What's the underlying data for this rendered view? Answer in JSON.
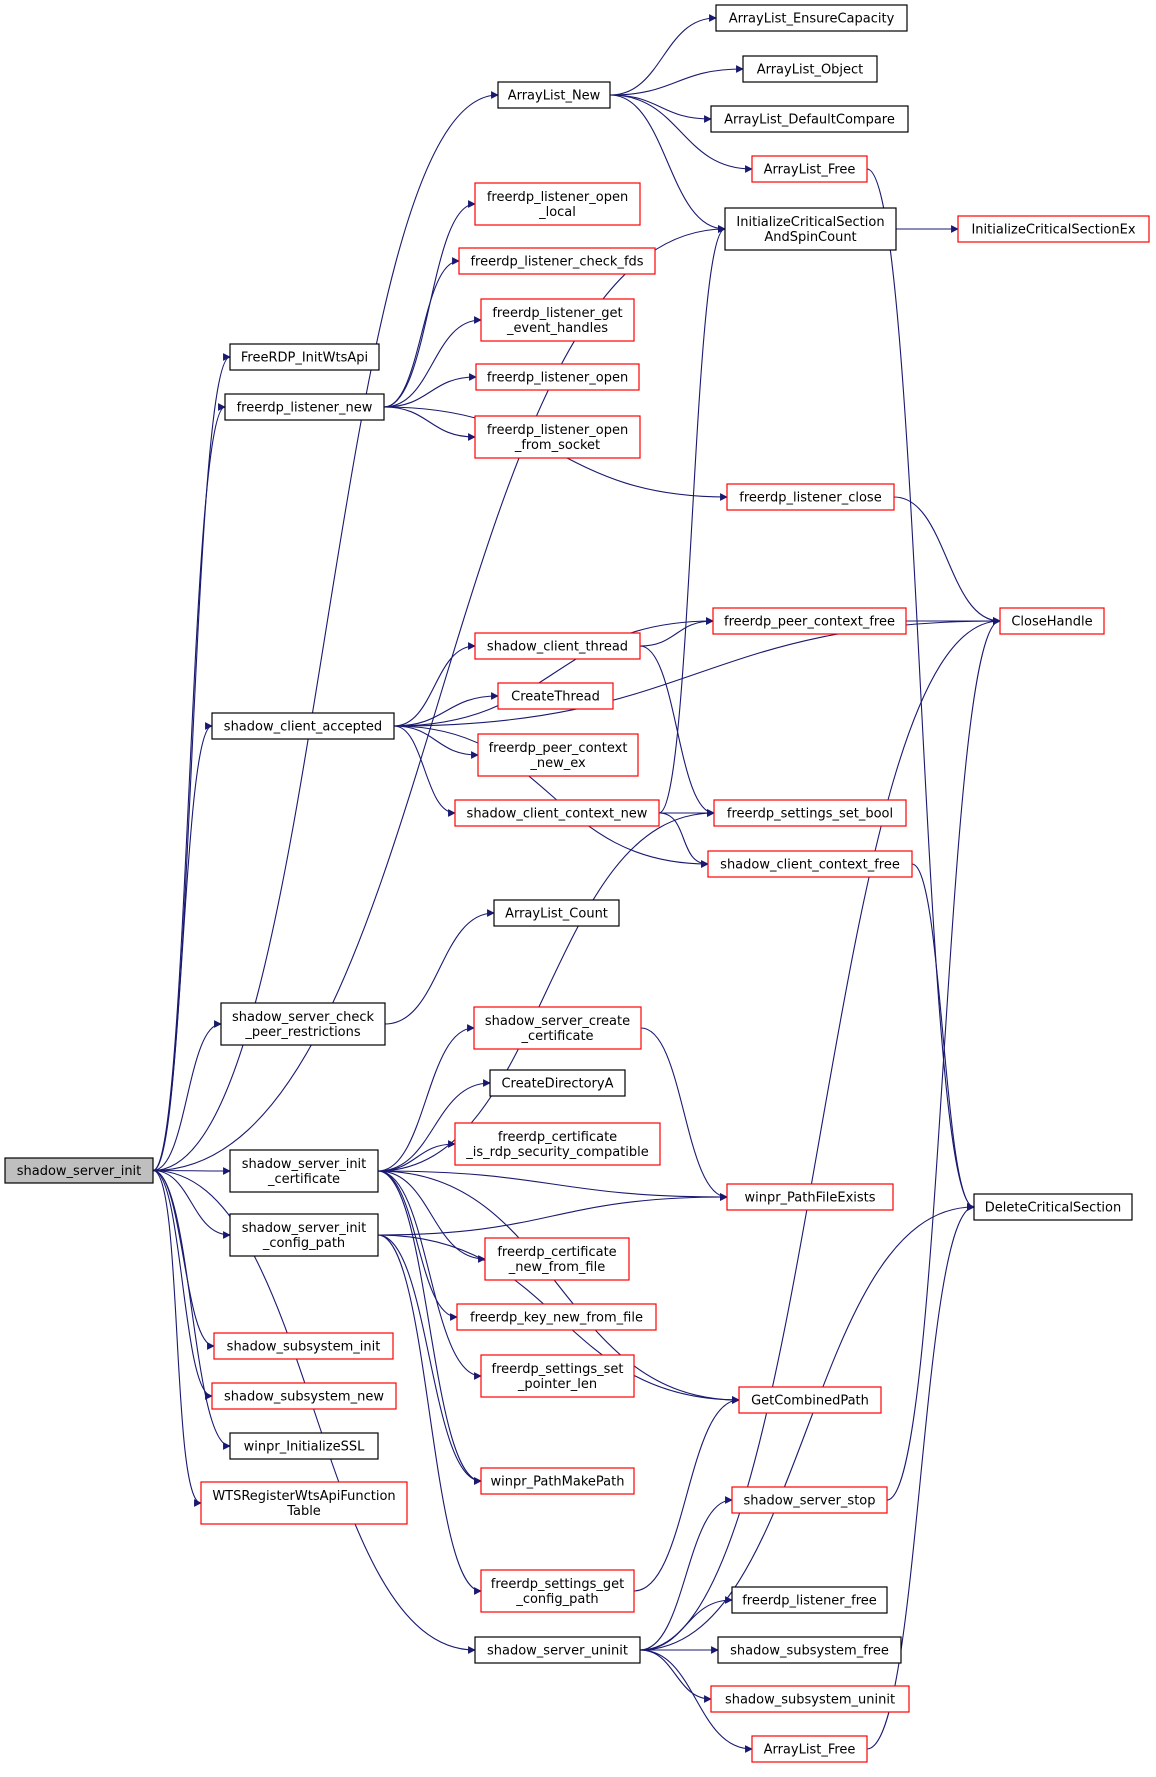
{
  "colors": {
    "normal_border": "#000000",
    "truncated_border": "#ff0000",
    "root_fill": "#bfbfbf",
    "node_fill": "#ffffff",
    "edge": "#191970"
  },
  "nodes": [
    {
      "id": "shadow_server_init",
      "lines": [
        "shadow_server_init"
      ],
      "kind": "root"
    },
    {
      "id": "ArrayList_New",
      "lines": [
        "ArrayList_New"
      ],
      "kind": "normal"
    },
    {
      "id": "ArrayList_EnsureCapacity",
      "lines": [
        "ArrayList_EnsureCapacity"
      ],
      "kind": "normal"
    },
    {
      "id": "ArrayList_Object",
      "lines": [
        "ArrayList_Object"
      ],
      "kind": "normal"
    },
    {
      "id": "ArrayList_DefaultCompare",
      "lines": [
        "ArrayList_DefaultCompare"
      ],
      "kind": "normal"
    },
    {
      "id": "ArrayList_Free_top",
      "lines": [
        "ArrayList_Free"
      ],
      "kind": "truncated"
    },
    {
      "id": "InitializeCriticalSectionAndSpinCount",
      "lines": [
        "InitializeCriticalSection",
        "AndSpinCount"
      ],
      "kind": "normal"
    },
    {
      "id": "InitializeCriticalSectionEx",
      "lines": [
        "InitializeCriticalSectionEx"
      ],
      "kind": "truncated"
    },
    {
      "id": "freerdp_listener_open_local",
      "lines": [
        "freerdp_listener_open",
        "_local"
      ],
      "kind": "truncated"
    },
    {
      "id": "freerdp_listener_check_fds",
      "lines": [
        "freerdp_listener_check_fds"
      ],
      "kind": "truncated"
    },
    {
      "id": "freerdp_listener_get_event_handles",
      "lines": [
        "freerdp_listener_get",
        "_event_handles"
      ],
      "kind": "truncated"
    },
    {
      "id": "FreeRDP_InitWtsApi",
      "lines": [
        "FreeRDP_InitWtsApi"
      ],
      "kind": "normal"
    },
    {
      "id": "freerdp_listener_new",
      "lines": [
        "freerdp_listener_new"
      ],
      "kind": "normal"
    },
    {
      "id": "freerdp_listener_open",
      "lines": [
        "freerdp_listener_open"
      ],
      "kind": "truncated"
    },
    {
      "id": "freerdp_listener_open_from_socket",
      "lines": [
        "freerdp_listener_open",
        "_from_socket"
      ],
      "kind": "truncated"
    },
    {
      "id": "freerdp_listener_close",
      "lines": [
        "freerdp_listener_close"
      ],
      "kind": "truncated"
    },
    {
      "id": "CloseHandle",
      "lines": [
        "CloseHandle"
      ],
      "kind": "truncated"
    },
    {
      "id": "freerdp_peer_context_free",
      "lines": [
        "freerdp_peer_context_free"
      ],
      "kind": "truncated"
    },
    {
      "id": "shadow_client_thread",
      "lines": [
        "shadow_client_thread"
      ],
      "kind": "truncated"
    },
    {
      "id": "CreateThread",
      "lines": [
        "CreateThread"
      ],
      "kind": "truncated"
    },
    {
      "id": "shadow_client_accepted",
      "lines": [
        "shadow_client_accepted"
      ],
      "kind": "normal"
    },
    {
      "id": "freerdp_peer_context_new_ex",
      "lines": [
        "freerdp_peer_context",
        "_new_ex"
      ],
      "kind": "truncated"
    },
    {
      "id": "shadow_client_context_new",
      "lines": [
        "shadow_client_context_new"
      ],
      "kind": "truncated"
    },
    {
      "id": "freerdp_settings_set_bool",
      "lines": [
        "freerdp_settings_set_bool"
      ],
      "kind": "truncated"
    },
    {
      "id": "shadow_client_context_free",
      "lines": [
        "shadow_client_context_free"
      ],
      "kind": "truncated"
    },
    {
      "id": "ArrayList_Count",
      "lines": [
        "ArrayList_Count"
      ],
      "kind": "normal"
    },
    {
      "id": "shadow_server_check_peer_restrictions",
      "lines": [
        "shadow_server_check",
        "_peer_restrictions"
      ],
      "kind": "normal"
    },
    {
      "id": "shadow_server_create_certificate",
      "lines": [
        "shadow_server_create",
        "_certificate"
      ],
      "kind": "truncated"
    },
    {
      "id": "CreateDirectoryA",
      "lines": [
        "CreateDirectoryA"
      ],
      "kind": "normal"
    },
    {
      "id": "freerdp_certificate_is_rdp_security_compatible",
      "lines": [
        "freerdp_certificate",
        "_is_rdp_security_compatible"
      ],
      "kind": "truncated"
    },
    {
      "id": "shadow_server_init_certificate",
      "lines": [
        "shadow_server_init",
        "_certificate"
      ],
      "kind": "normal"
    },
    {
      "id": "winpr_PathFileExists",
      "lines": [
        "winpr_PathFileExists"
      ],
      "kind": "truncated"
    },
    {
      "id": "DeleteCriticalSection",
      "lines": [
        "DeleteCriticalSection"
      ],
      "kind": "normal"
    },
    {
      "id": "shadow_server_init_config_path",
      "lines": [
        "shadow_server_init",
        "_config_path"
      ],
      "kind": "normal"
    },
    {
      "id": "freerdp_certificate_new_from_file",
      "lines": [
        "freerdp_certificate",
        "_new_from_file"
      ],
      "kind": "truncated"
    },
    {
      "id": "freerdp_key_new_from_file",
      "lines": [
        "freerdp_key_new_from_file"
      ],
      "kind": "truncated"
    },
    {
      "id": "shadow_subsystem_init",
      "lines": [
        "shadow_subsystem_init"
      ],
      "kind": "truncated"
    },
    {
      "id": "freerdp_settings_set_pointer_len",
      "lines": [
        "freerdp_settings_set",
        "_pointer_len"
      ],
      "kind": "truncated"
    },
    {
      "id": "shadow_subsystem_new",
      "lines": [
        "shadow_subsystem_new"
      ],
      "kind": "truncated"
    },
    {
      "id": "GetCombinedPath",
      "lines": [
        "GetCombinedPath"
      ],
      "kind": "truncated"
    },
    {
      "id": "winpr_InitializeSSL",
      "lines": [
        "winpr_InitializeSSL"
      ],
      "kind": "normal"
    },
    {
      "id": "winpr_PathMakePath",
      "lines": [
        "winpr_PathMakePath"
      ],
      "kind": "truncated"
    },
    {
      "id": "WTSRegisterWtsApiFunctionTable",
      "lines": [
        "WTSRegisterWtsApiFunction",
        "Table"
      ],
      "kind": "truncated"
    },
    {
      "id": "shadow_server_stop",
      "lines": [
        "shadow_server_stop"
      ],
      "kind": "truncated"
    },
    {
      "id": "freerdp_settings_get_config_path",
      "lines": [
        "freerdp_settings_get",
        "_config_path"
      ],
      "kind": "truncated"
    },
    {
      "id": "freerdp_listener_free",
      "lines": [
        "freerdp_listener_free"
      ],
      "kind": "normal"
    },
    {
      "id": "shadow_server_uninit",
      "lines": [
        "shadow_server_uninit"
      ],
      "kind": "normal"
    },
    {
      "id": "shadow_subsystem_free",
      "lines": [
        "shadow_subsystem_free"
      ],
      "kind": "normal"
    },
    {
      "id": "shadow_subsystem_uninit",
      "lines": [
        "shadow_subsystem_uninit"
      ],
      "kind": "truncated"
    },
    {
      "id": "ArrayList_Free_bottom",
      "lines": [
        "ArrayList_Free"
      ],
      "kind": "truncated"
    }
  ],
  "edges": [
    [
      "shadow_server_init",
      "ArrayList_New"
    ],
    [
      "shadow_server_init",
      "InitializeCriticalSectionAndSpinCount"
    ],
    [
      "shadow_server_init",
      "FreeRDP_InitWtsApi"
    ],
    [
      "shadow_server_init",
      "freerdp_listener_new"
    ],
    [
      "shadow_server_init",
      "shadow_client_accepted"
    ],
    [
      "shadow_server_init",
      "shadow_server_check_peer_restrictions"
    ],
    [
      "shadow_server_init",
      "shadow_server_init_certificate"
    ],
    [
      "shadow_server_init",
      "shadow_server_init_config_path"
    ],
    [
      "shadow_server_init",
      "shadow_subsystem_init"
    ],
    [
      "shadow_server_init",
      "shadow_subsystem_new"
    ],
    [
      "shadow_server_init",
      "winpr_InitializeSSL"
    ],
    [
      "shadow_server_init",
      "WTSRegisterWtsApiFunctionTable"
    ],
    [
      "shadow_server_init",
      "shadow_server_uninit"
    ],
    [
      "ArrayList_New",
      "ArrayList_EnsureCapacity"
    ],
    [
      "ArrayList_New",
      "ArrayList_Object"
    ],
    [
      "ArrayList_New",
      "ArrayList_DefaultCompare"
    ],
    [
      "ArrayList_New",
      "ArrayList_Free_top"
    ],
    [
      "ArrayList_New",
      "InitializeCriticalSectionAndSpinCount"
    ],
    [
      "InitializeCriticalSectionAndSpinCount",
      "InitializeCriticalSectionEx"
    ],
    [
      "ArrayList_Free_top",
      "DeleteCriticalSection"
    ],
    [
      "freerdp_listener_new",
      "freerdp_listener_open_local"
    ],
    [
      "freerdp_listener_new",
      "freerdp_listener_check_fds"
    ],
    [
      "freerdp_listener_new",
      "freerdp_listener_get_event_handles"
    ],
    [
      "freerdp_listener_new",
      "freerdp_listener_open"
    ],
    [
      "freerdp_listener_new",
      "freerdp_listener_open_from_socket"
    ],
    [
      "freerdp_listener_new",
      "freerdp_listener_close"
    ],
    [
      "freerdp_listener_close",
      "CloseHandle"
    ],
    [
      "shadow_client_accepted",
      "CloseHandle"
    ],
    [
      "shadow_client_accepted",
      "freerdp_peer_context_free"
    ],
    [
      "shadow_client_accepted",
      "shadow_client_thread"
    ],
    [
      "shadow_client_accepted",
      "CreateThread"
    ],
    [
      "shadow_client_accepted",
      "freerdp_peer_context_new_ex"
    ],
    [
      "shadow_client_accepted",
      "shadow_client_context_new"
    ],
    [
      "shadow_client_accepted",
      "shadow_client_context_free"
    ],
    [
      "freerdp_peer_context_free",
      "CloseHandle"
    ],
    [
      "shadow_client_thread",
      "freerdp_peer_context_free"
    ],
    [
      "shadow_client_thread",
      "freerdp_settings_set_bool"
    ],
    [
      "shadow_client_context_new",
      "InitializeCriticalSectionAndSpinCount"
    ],
    [
      "shadow_client_context_new",
      "freerdp_settings_set_bool"
    ],
    [
      "shadow_client_context_new",
      "shadow_client_context_free"
    ],
    [
      "shadow_client_context_free",
      "DeleteCriticalSection"
    ],
    [
      "shadow_server_check_peer_restrictions",
      "ArrayList_Count"
    ],
    [
      "shadow_server_init_certificate",
      "freerdp_settings_set_bool"
    ],
    [
      "shadow_server_init_certificate",
      "shadow_server_create_certificate"
    ],
    [
      "shadow_server_init_certificate",
      "CreateDirectoryA"
    ],
    [
      "shadow_server_init_certificate",
      "freerdp_certificate_is_rdp_security_compatible"
    ],
    [
      "shadow_server_init_certificate",
      "winpr_PathFileExists"
    ],
    [
      "shadow_server_init_certificate",
      "freerdp_certificate_new_from_file"
    ],
    [
      "shadow_server_init_certificate",
      "freerdp_key_new_from_file"
    ],
    [
      "shadow_server_init_certificate",
      "freerdp_settings_set_pointer_len"
    ],
    [
      "shadow_server_init_certificate",
      "GetCombinedPath"
    ],
    [
      "shadow_server_init_certificate",
      "winpr_PathMakePath"
    ],
    [
      "shadow_server_create_certificate",
      "winpr_PathFileExists"
    ],
    [
      "shadow_server_init_config_path",
      "winpr_PathMakePath"
    ],
    [
      "shadow_server_init_config_path",
      "freerdp_settings_get_config_path"
    ],
    [
      "shadow_server_init_config_path",
      "winpr_PathFileExists"
    ],
    [
      "shadow_server_init_config_path",
      "GetCombinedPath"
    ],
    [
      "freerdp_settings_get_config_path",
      "GetCombinedPath"
    ],
    [
      "shadow_server_uninit",
      "shadow_server_stop"
    ],
    [
      "shadow_server_uninit",
      "freerdp_listener_free"
    ],
    [
      "shadow_server_uninit",
      "shadow_subsystem_free"
    ],
    [
      "shadow_server_uninit",
      "shadow_subsystem_uninit"
    ],
    [
      "shadow_server_uninit",
      "ArrayList_Free_bottom"
    ],
    [
      "shadow_server_uninit",
      "CloseHandle"
    ],
    [
      "shadow_server_uninit",
      "DeleteCriticalSection"
    ],
    [
      "shadow_server_stop",
      "CloseHandle"
    ],
    [
      "ArrayList_Free_bottom",
      "DeleteCriticalSection"
    ]
  ]
}
